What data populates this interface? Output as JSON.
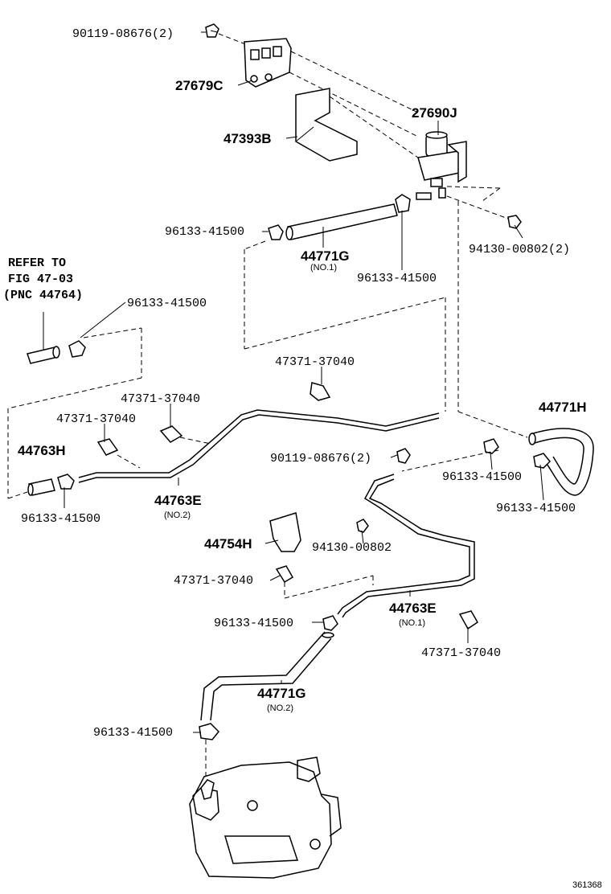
{
  "reference_note": {
    "line1": "REFER TO",
    "line2": "FIG 47-03",
    "line3": "(PNC 44764)"
  },
  "labels": {
    "bolt_top": "90119-08676(2)",
    "bracket_c": "27679C",
    "bracket_b": "47393B",
    "valve_j": "27690J",
    "clip_a1": "96133-41500",
    "hose_g1": "44771G",
    "hose_g1_sub": "(NO.1)",
    "nut_top": "94130-00802(2)",
    "clip_a2": "96133-41500",
    "clip_ref": "96133-41500",
    "clamp_a": "47371-37040",
    "clamp_b": "47371-37040",
    "clamp_c": "47371-37040",
    "hose_h": "44771H",
    "hose_763h": "44763H",
    "pipe_e2": "44763E",
    "pipe_e2_sub": "(NO.2)",
    "clip_b1": "96133-41500",
    "bolt_mid": "90119-08676(2)",
    "clip_h1": "96133-41500",
    "clip_h2": "96133-41500",
    "bracket_h": "44754H",
    "nut_mid": "94130-00802",
    "clamp_d": "47371-37040",
    "clip_c1": "96133-41500",
    "pipe_e1": "44763E",
    "pipe_e1_sub": "(NO.1)",
    "clamp_e": "47371-37040",
    "hose_g2": "44771G",
    "hose_g2_sub": "(NO.2)",
    "clip_bottom": "96133-41500",
    "figure_id": "361368"
  }
}
